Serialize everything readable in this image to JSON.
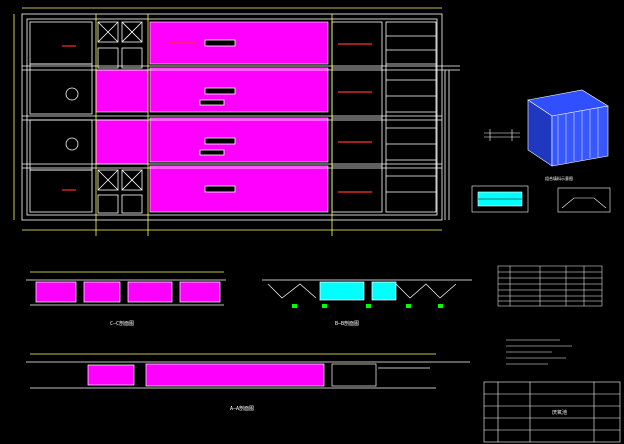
{
  "drawing": {
    "background": "#000000",
    "colors": {
      "line": "#ffffff",
      "fill": "#ff00ff",
      "accent": "#00ffff",
      "label": "#ff3030",
      "dim": "#ffff66",
      "green": "#00ff00",
      "blue": "#3050ff"
    }
  },
  "sections": [
    {
      "id": "plan",
      "label": ""
    },
    {
      "id": "section-c",
      "label": "C—C剖面图"
    },
    {
      "id": "section-b",
      "label": "B—B剖面图"
    },
    {
      "id": "section-a",
      "label": "A—A剖面图"
    }
  ],
  "detail_views": [
    {
      "id": "module",
      "label": "组合填料示意图"
    },
    {
      "id": "detail-1",
      "label": ""
    },
    {
      "id": "detail-2",
      "label": ""
    },
    {
      "id": "detail-3",
      "label": ""
    }
  ],
  "title_block": {
    "title": "厌氧池"
  }
}
